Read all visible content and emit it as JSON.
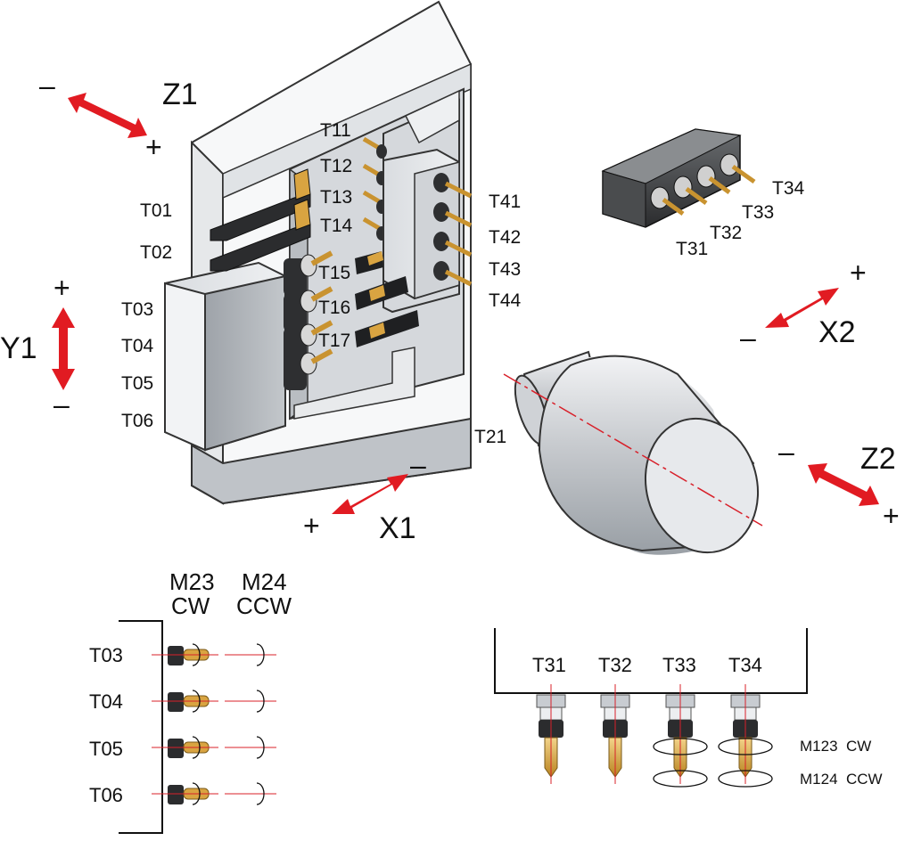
{
  "axes": {
    "z1": {
      "label": "Z1",
      "minus": "–",
      "plus": "+"
    },
    "y1": {
      "label": "Y1",
      "minus": "–",
      "plus": "+"
    },
    "x1": {
      "label": "X1",
      "minus": "–",
      "plus": "+"
    },
    "x2": {
      "label": "X2",
      "minus": "–",
      "plus": "+"
    },
    "z2": {
      "label": "Z2",
      "minus": "–",
      "plus": "+"
    }
  },
  "turret_tools": {
    "left": [
      "T01",
      "T02",
      "T03",
      "T04",
      "T05",
      "T06"
    ],
    "top": [
      "T11",
      "T12",
      "T13",
      "T14"
    ],
    "inner": [
      "T15",
      "T16",
      "T17"
    ],
    "right": [
      "T41",
      "T42",
      "T43",
      "T44"
    ]
  },
  "spindle": {
    "label": "T21"
  },
  "gang_block": {
    "tools": [
      "T31",
      "T32",
      "T33",
      "T34"
    ]
  },
  "rotation_table": {
    "cw_header": [
      "M23",
      "CW"
    ],
    "ccw_header": [
      "M24",
      "CCW"
    ],
    "rows": [
      "T03",
      "T04",
      "T05",
      "T06"
    ]
  },
  "live_tools": {
    "tools": [
      "T31",
      "T32",
      "T33",
      "T34"
    ],
    "m123": "M123  CW",
    "m124": "M124  CCW"
  },
  "colors": {
    "arrow": "#e11b22",
    "centerline": "#d8202a",
    "bit": "#d9a441"
  }
}
